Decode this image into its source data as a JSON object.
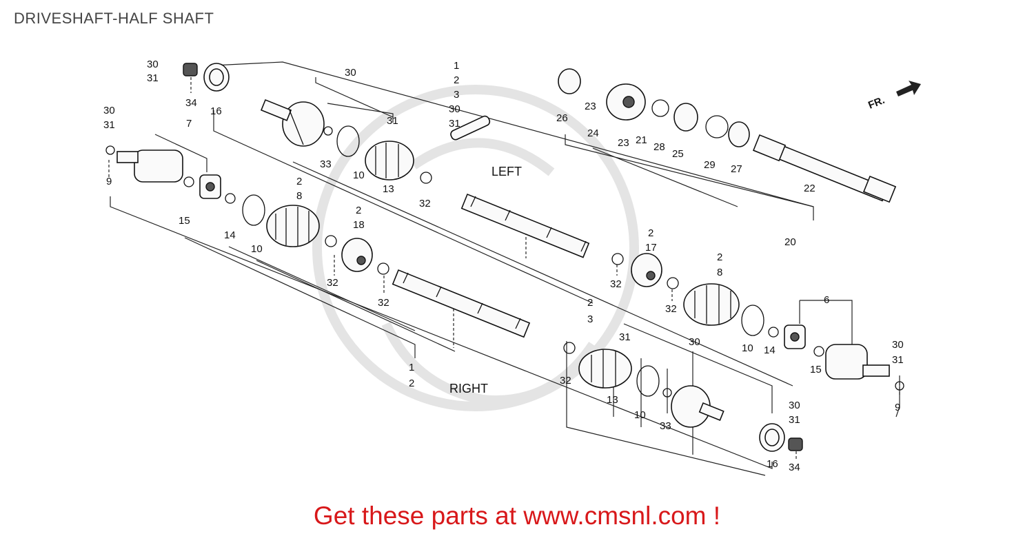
{
  "title": "DRIVESHAFT-HALF SHAFT",
  "footer": "Get these parts at www.cmsnl.com !",
  "side_labels": {
    "left": "LEFT",
    "right": "RIGHT",
    "front": "FR."
  },
  "callouts": {
    "c30_31_tl": [
      "30",
      "31"
    ],
    "c34_tl": "34",
    "c16_tl": "16",
    "c30_top": "30",
    "c1_3_30_31": [
      "1",
      "2",
      "3",
      "30",
      "31"
    ],
    "c30_31_left": [
      "30",
      "31"
    ],
    "c7": "7",
    "c9_left": "9",
    "c15_left": "15",
    "c14_left": "14",
    "c10_left": "10",
    "c2_8_left": [
      "2",
      "8"
    ],
    "c32_a": "32",
    "c33_top": "33",
    "c10_top": "10",
    "c31_top": "31",
    "c13_top": "13",
    "c32_top": "32",
    "c2_18": [
      "2",
      "18"
    ],
    "c32_b": "32",
    "c1_2_right": [
      "1",
      "2"
    ],
    "c26": "26",
    "c23_a": "23",
    "c24": "24",
    "c23_b": "23",
    "c21": "21",
    "c28": "28",
    "c25": "25",
    "c29": "29",
    "c27": "27",
    "c22": "22",
    "c20": "20",
    "c2_17": [
      "2",
      "17"
    ],
    "c32_c": "32",
    "c2_3_mid": [
      "2",
      "3"
    ],
    "c32_d": "32",
    "c2_8_right": [
      "2",
      "8"
    ],
    "c10_right": "10",
    "c14_right": "14",
    "c6": "6",
    "c15_right": "15",
    "c30_31_right": [
      "30",
      "31"
    ],
    "c9_right": "9",
    "c31_bottom": "31",
    "c32_bottom": "32",
    "c13_bottom": "13",
    "c10_bottom": "10",
    "c33_bottom": "33",
    "c30_bottom": "30",
    "c30_31_br": [
      "30",
      "31"
    ],
    "c16_br": "16",
    "c34_br": "34"
  }
}
